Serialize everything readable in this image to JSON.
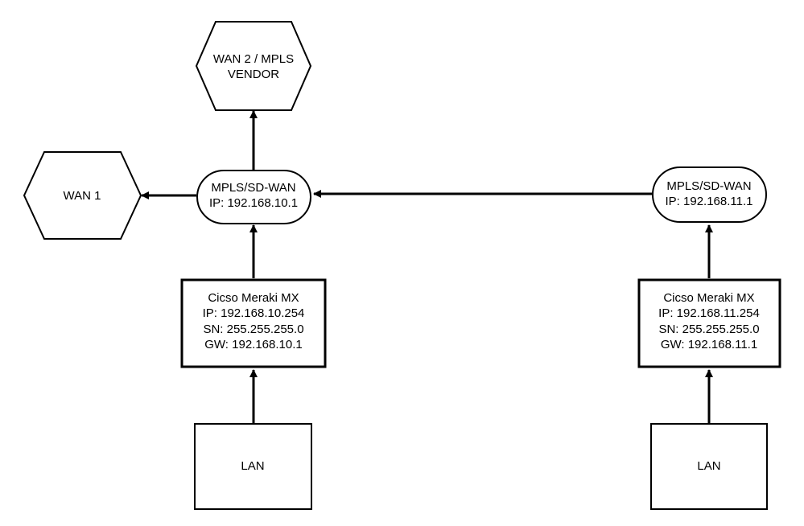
{
  "colors": {
    "stroke": "#000000",
    "fill": "#ffffff",
    "text": "#000000"
  },
  "nodes": {
    "wan2": {
      "line1": "WAN 2 / MPLS",
      "line2": "VENDOR"
    },
    "wan1": {
      "label": "WAN 1"
    },
    "sdwan_left": {
      "line1": "MPLS/SD-WAN",
      "line2": "IP: 192.168.10.1"
    },
    "sdwan_right": {
      "line1": "MPLS/SD-WAN",
      "line2": "IP: 192.168.11.1"
    },
    "mx_left": {
      "line1": "Cicso Meraki MX",
      "line2": "IP: 192.168.10.254",
      "line3": "SN: 255.255.255.0",
      "line4": "GW: 192.168.10.1"
    },
    "mx_right": {
      "line1": "Cicso Meraki MX",
      "line2": "IP: 192.168.11.254",
      "line3": "SN: 255.255.255.0",
      "line4": "GW: 192.168.11.1"
    },
    "lan_left": {
      "label": "LAN"
    },
    "lan_right": {
      "label": "LAN"
    }
  }
}
